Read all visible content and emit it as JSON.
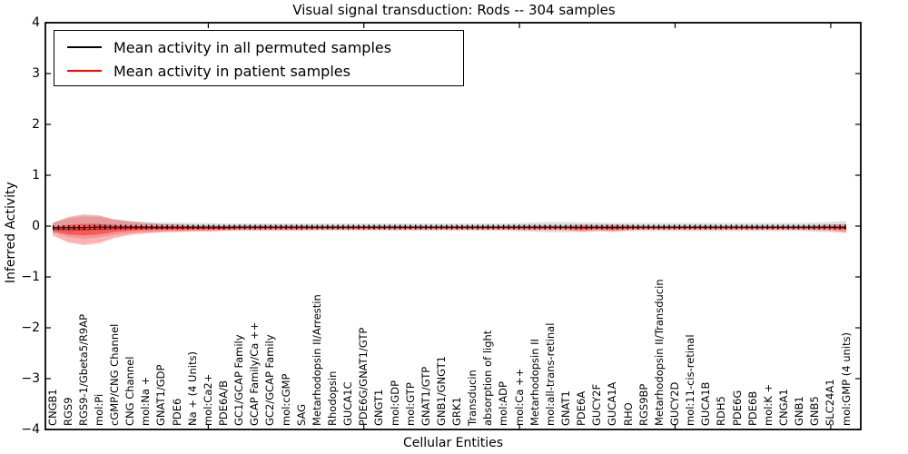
{
  "chart_data": {
    "type": "line",
    "title": "Visual signal transduction: Rods -- 304 samples",
    "xlabel": "Cellular Entities",
    "ylabel": "Inferred Activity",
    "ylim": [
      -4,
      4
    ],
    "yticks": [
      4,
      3,
      2,
      1,
      0,
      -1,
      -2,
      -3,
      -4
    ],
    "xtick_positions": [
      10,
      20,
      30,
      40,
      50
    ],
    "grid": false,
    "legend_position": "upper left",
    "categories": [
      "CNGB1",
      "RGS9",
      "RGS9-1/Gbeta5/R9AP",
      "mol:Pi",
      "cGMP/CNG Channel",
      "CNG Channel",
      "mol:Na +",
      "GNAT1/GDP",
      "PDE6",
      "Na + (4 Units)",
      "mol:Ca2+",
      "PDE6A/B",
      "GC1/GCAP Family",
      "GCAP Family/Ca ++",
      "GC2/GCAP Family",
      "mol:cGMP",
      "SAG",
      "Metarhodopsin II/Arrestin",
      "Rhodopsin",
      "GUCA1C",
      "PDE6G/GNAT1/GTP",
      "GNGT1",
      "mol:GDP",
      "mol:GTP",
      "GNAT1/GTP",
      "GNB1/GNGT1",
      "GRK1",
      "Transducin",
      "absorption of light",
      "mol:ADP",
      "mol:Ca ++",
      "Metarhodopsin II",
      "mol:all-trans-retinal",
      "GNAT1",
      "PDE6A",
      "GUCY2F",
      "GUCA1A",
      "RHO",
      "RGS9BP",
      "Metarhodopsin II/Transducin",
      "GUCY2D",
      "mol:11-cis-retinal",
      "GUCA1B",
      "RDH5",
      "PDE6G",
      "PDE6B",
      "mol:K +",
      "CNGA1",
      "GNB1",
      "GNB5",
      "SLC24A1",
      "mol:GMP (4 units)"
    ],
    "series": [
      {
        "name": "Mean activity in all permuted samples",
        "color": "#000000",
        "marker": "|",
        "values": [
          -0.03,
          -0.03,
          -0.03,
          -0.02,
          -0.02,
          -0.02,
          -0.02,
          -0.02,
          -0.02,
          -0.02,
          -0.02,
          -0.02,
          -0.02,
          -0.02,
          -0.02,
          -0.02,
          -0.02,
          -0.02,
          -0.02,
          -0.02,
          -0.02,
          -0.02,
          -0.02,
          -0.02,
          -0.02,
          -0.02,
          -0.02,
          -0.02,
          -0.02,
          -0.02,
          -0.02,
          -0.02,
          -0.02,
          -0.02,
          -0.02,
          -0.02,
          -0.02,
          -0.02,
          -0.02,
          -0.02,
          -0.02,
          -0.02,
          -0.02,
          -0.02,
          -0.02,
          -0.02,
          -0.02,
          -0.02,
          -0.02,
          -0.02,
          -0.02,
          -0.02
        ],
        "band_halfwidth": [
          0.1,
          0.18,
          0.22,
          0.2,
          0.15,
          0.12,
          0.1,
          0.09,
          0.09,
          0.08,
          0.08,
          0.07,
          0.07,
          0.07,
          0.07,
          0.07,
          0.07,
          0.07,
          0.07,
          0.07,
          0.07,
          0.07,
          0.07,
          0.07,
          0.07,
          0.07,
          0.07,
          0.07,
          0.07,
          0.07,
          0.08,
          0.09,
          0.1,
          0.1,
          0.09,
          0.09,
          0.08,
          0.08,
          0.08,
          0.08,
          0.08,
          0.08,
          0.08,
          0.08,
          0.08,
          0.08,
          0.08,
          0.08,
          0.08,
          0.09,
          0.1,
          0.12
        ]
      },
      {
        "name": "Mean activity in patient samples",
        "color": "#ff0000",
        "values": [
          -0.06,
          -0.07,
          -0.07,
          -0.06,
          -0.05,
          -0.04,
          -0.04,
          -0.04,
          -0.04,
          -0.04,
          -0.04,
          -0.04,
          -0.03,
          -0.03,
          -0.03,
          -0.03,
          -0.03,
          -0.03,
          -0.03,
          -0.03,
          -0.03,
          -0.03,
          -0.03,
          -0.03,
          -0.03,
          -0.03,
          -0.03,
          -0.03,
          -0.03,
          -0.03,
          -0.03,
          -0.03,
          -0.03,
          -0.03,
          -0.04,
          -0.03,
          -0.04,
          -0.03,
          -0.03,
          -0.03,
          -0.03,
          -0.03,
          -0.03,
          -0.03,
          -0.03,
          -0.03,
          -0.03,
          -0.03,
          -0.03,
          -0.03,
          -0.03,
          -0.04
        ],
        "band_halfwidth": [
          0.12,
          0.25,
          0.3,
          0.27,
          0.18,
          0.13,
          0.1,
          0.08,
          0.07,
          0.06,
          0.06,
          0.05,
          0.05,
          0.05,
          0.05,
          0.05,
          0.05,
          0.04,
          0.04,
          0.04,
          0.04,
          0.04,
          0.04,
          0.04,
          0.04,
          0.04,
          0.04,
          0.04,
          0.04,
          0.04,
          0.05,
          0.05,
          0.05,
          0.05,
          0.07,
          0.05,
          0.07,
          0.05,
          0.04,
          0.04,
          0.04,
          0.04,
          0.04,
          0.04,
          0.04,
          0.04,
          0.04,
          0.04,
          0.04,
          0.05,
          0.06,
          0.08
        ]
      }
    ]
  }
}
